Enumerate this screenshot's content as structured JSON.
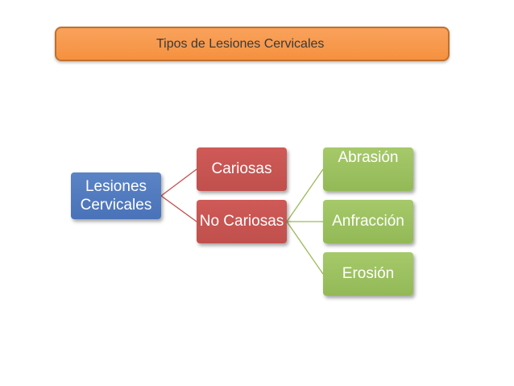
{
  "title": "Tipos de Lesiones Cervicales",
  "root": {
    "label": "Lesiones Cervicales",
    "line1": "Lesiones",
    "line2": "Cervicales"
  },
  "level1": [
    {
      "label": "Cariosas"
    },
    {
      "label": "No Cariosas"
    }
  ],
  "level2": [
    {
      "label": "Abrasión"
    },
    {
      "label": "Anfracción"
    },
    {
      "label": "Erosión"
    }
  ],
  "colors": {
    "title_fill": "#f79646",
    "root_fill": "#4f81bd",
    "level1_fill": "#c0504d",
    "level2_fill": "#9bbb59",
    "connector_red": "#c0504d",
    "connector_green": "#9bbb59"
  }
}
